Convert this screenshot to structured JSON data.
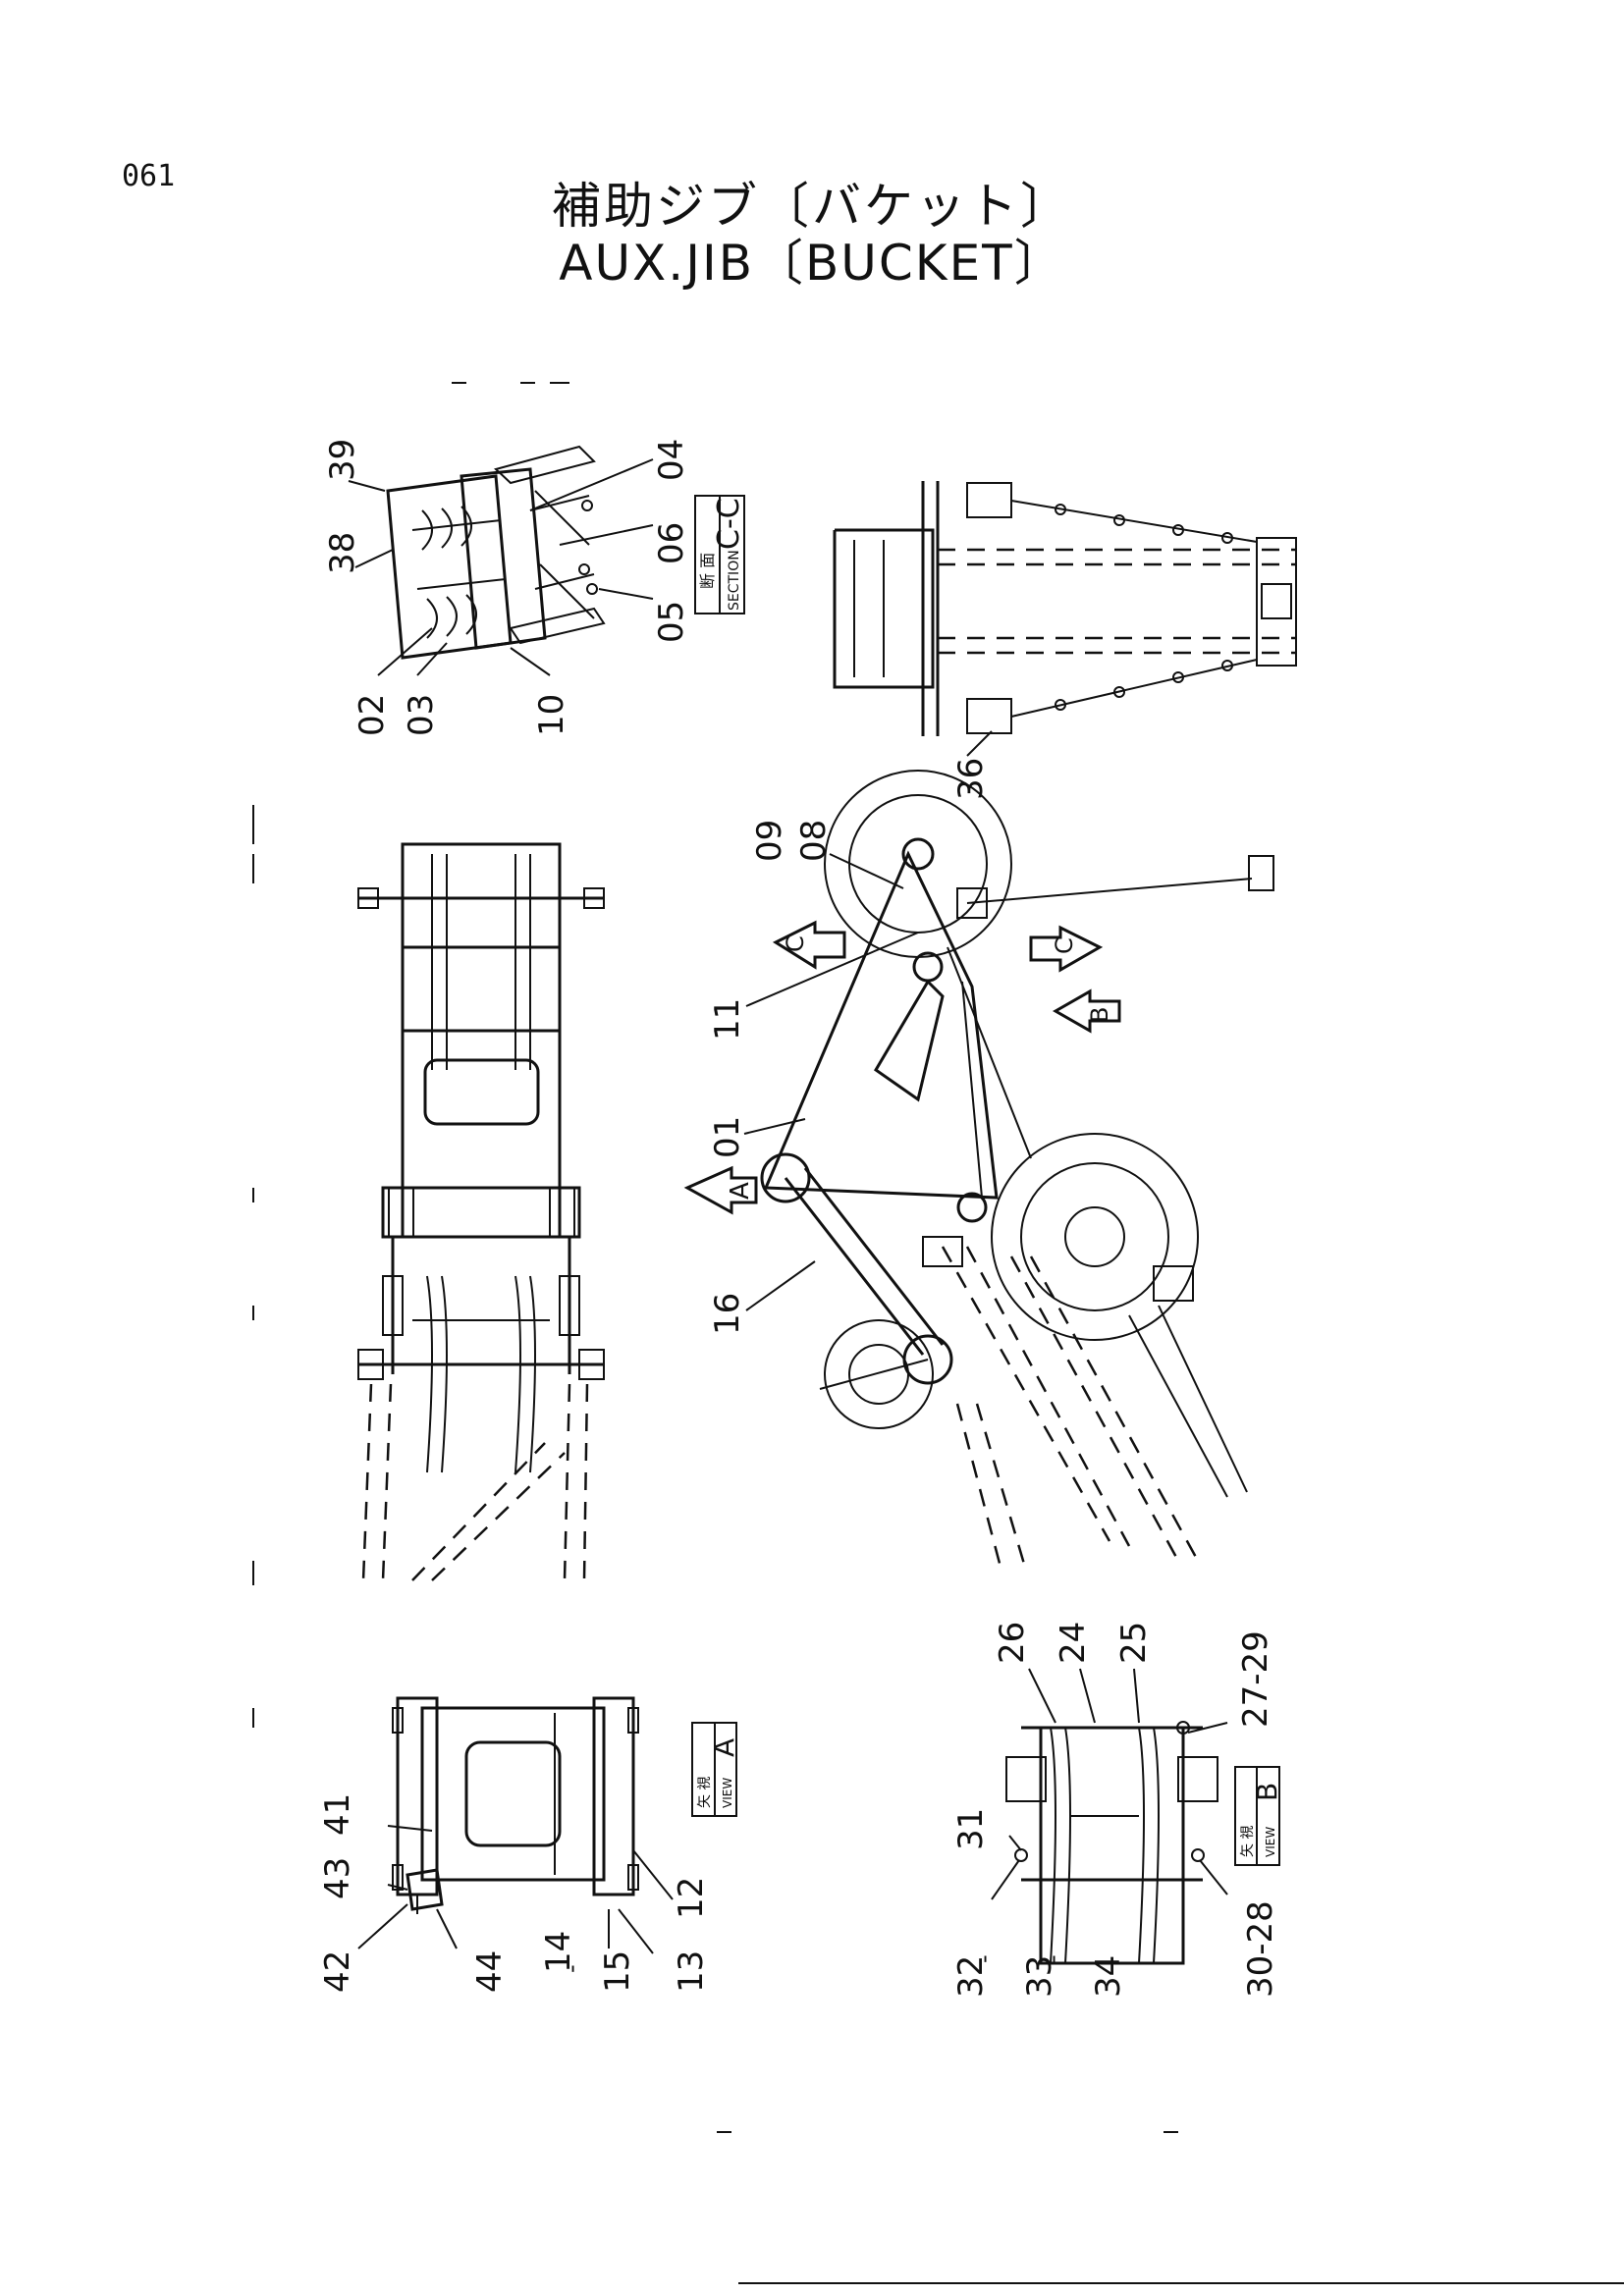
{
  "page_number": "061",
  "title_ja": "補助ジブ〔バケット〕",
  "title_en": "AUX.JIB〔BUCKET〕",
  "views": {
    "section_cc": {
      "ja": "断 面",
      "en": "SECTION",
      "label": "C-C"
    },
    "view_a": {
      "ja": "矢 視",
      "en": "VIEW",
      "label": "A"
    },
    "view_b": {
      "ja": "矢 視",
      "en": "VIEW",
      "label": "B"
    }
  },
  "arrow_labels": {
    "a": "A",
    "b": "B",
    "c1": "C",
    "c2": "C"
  },
  "part_numbers": {
    "sec_cc": [
      "39",
      "38",
      "02",
      "03",
      "10",
      "05",
      "06",
      "04"
    ],
    "top_right": [
      "36"
    ],
    "main": [
      "09",
      "08",
      "11",
      "01",
      "16"
    ],
    "view_a": [
      "41",
      "43",
      "42",
      "44",
      "14",
      "15",
      "13",
      "12"
    ],
    "view_b": [
      "26",
      "24",
      "25",
      "27-29",
      "31",
      "32",
      "33",
      "34",
      "30-28"
    ]
  }
}
